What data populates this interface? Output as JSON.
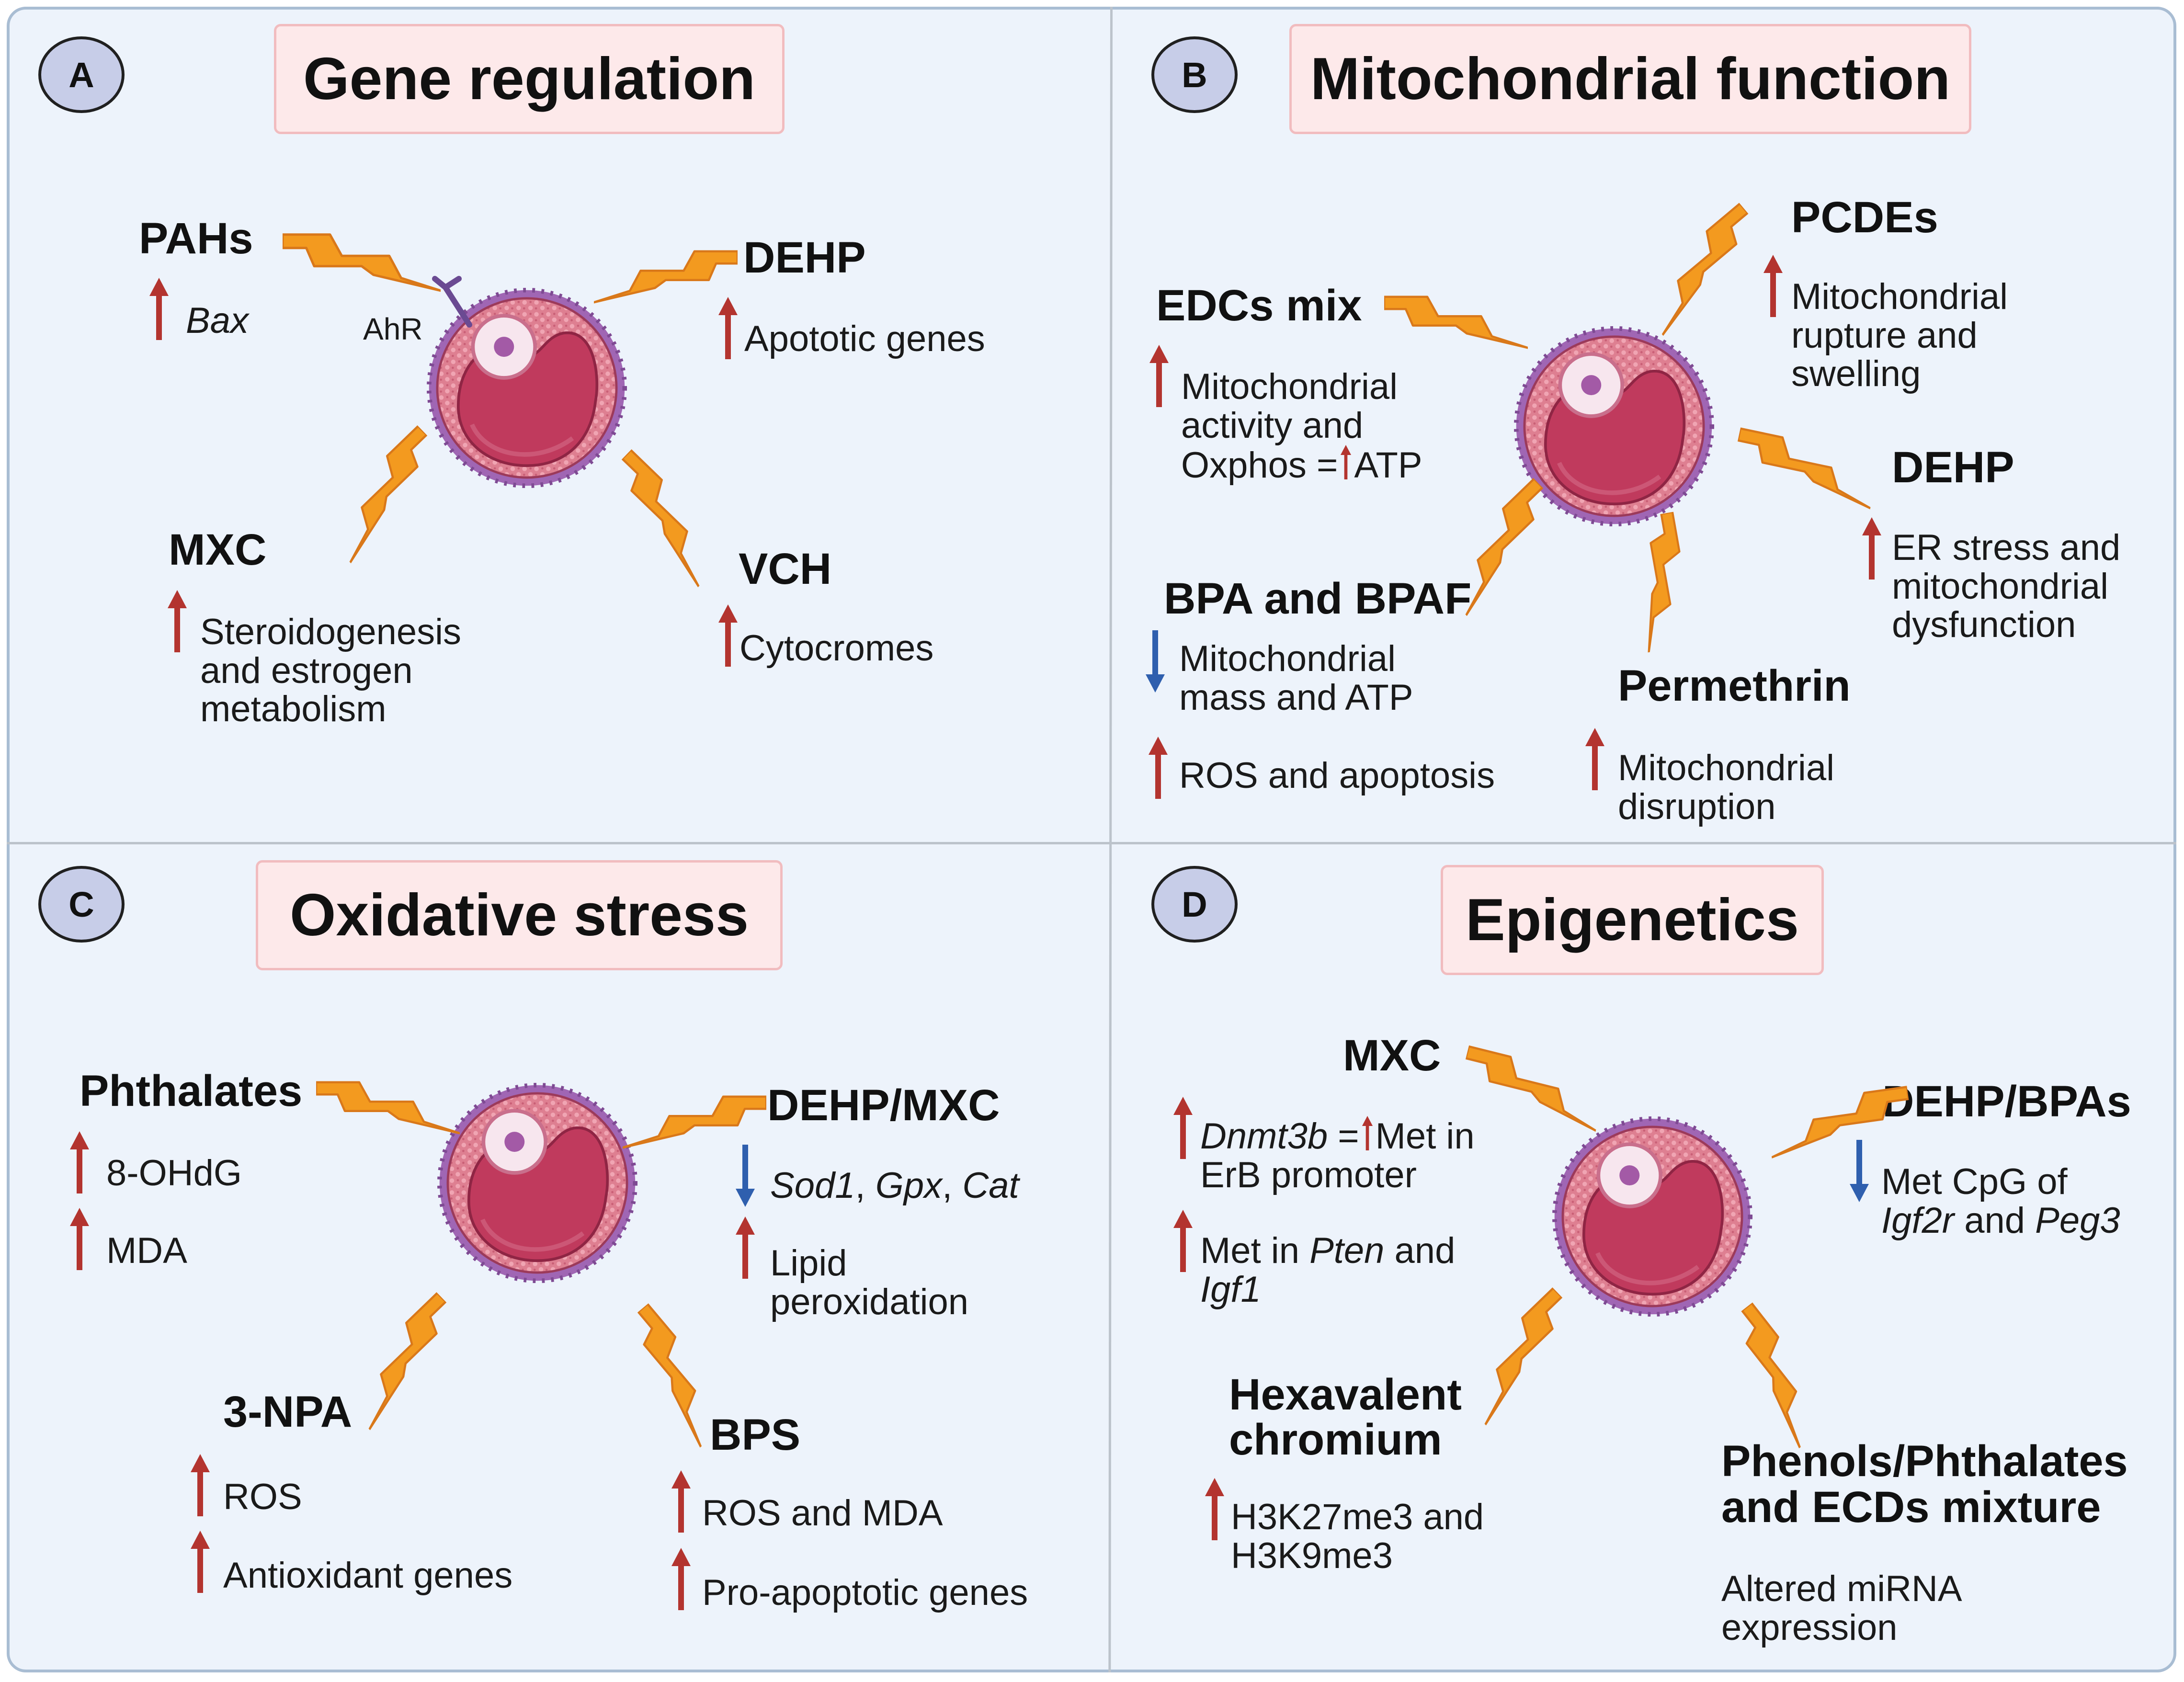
{
  "colors": {
    "up_arrow": "#b3342f",
    "down_arrow": "#2f5fae",
    "bolt": "#f39a1f",
    "bolt_edge": "#d9781a",
    "cell_outer": "#a066b4",
    "cell_zona": "#e48a9b",
    "cell_core": "#c03a5d"
  },
  "panel_a": {
    "letter": "A",
    "title": "Gene regulation",
    "receptor_label": "AhR",
    "pahs": {
      "agent": "PAHs",
      "effect": "Bax",
      "direction": "up"
    },
    "dehp": {
      "agent": "DEHP",
      "effect": "Apototic genes",
      "direction": "up"
    },
    "mxc": {
      "agent": "MXC",
      "lines": [
        "Steroidogenesis",
        "and estrogen",
        "metabolism"
      ],
      "direction": "up"
    },
    "vch": {
      "agent": "VCH",
      "effect": "Cytocromes",
      "direction": "up"
    }
  },
  "panel_b": {
    "letter": "B",
    "title": "Mitochondrial function",
    "edcs": {
      "agent": "EDCs mix",
      "line1": "Mitochondrial",
      "line2": "activity and",
      "line3_pre": "Oxphos =",
      "line3_post": "ATP",
      "direction": "up"
    },
    "pcdes": {
      "agent": "PCDEs",
      "lines": [
        "Mitochondrial",
        "rupture and",
        "swelling"
      ],
      "direction": "up"
    },
    "dehp": {
      "agent": "DEHP",
      "lines": [
        "ER stress and",
        "mitochondrial",
        "dysfunction"
      ],
      "direction": "up"
    },
    "bpa": {
      "agent": "BPA and BPAF",
      "down_lines": [
        "Mitochondrial",
        "mass and ATP"
      ],
      "up_effect": "ROS and apoptosis"
    },
    "permethrin": {
      "agent": "Permethrin",
      "lines": [
        "Mitochondrial",
        "disruption"
      ],
      "direction": "up"
    }
  },
  "panel_c": {
    "letter": "C",
    "title": "Oxidative stress",
    "phthalates": {
      "agent": "Phthalates",
      "effect1": "8-OHdG",
      "effect2": "MDA"
    },
    "dehp_mxc": {
      "agent": "DEHP/MXC",
      "down_gene1": "Sod1",
      "sep1": ", ",
      "down_gene2": "Gpx",
      "sep2": ", ",
      "down_gene3": "Cat",
      "up_lines": [
        "Lipid",
        "peroxidation"
      ]
    },
    "npa": {
      "agent": "3-NPA",
      "effect1": "ROS",
      "effect2": "Antioxidant genes"
    },
    "bps": {
      "agent": "BPS",
      "effect1": "ROS and MDA",
      "effect2": "Pro-apoptotic genes"
    }
  },
  "panel_d": {
    "letter": "D",
    "title": "Epigenetics",
    "mxc": {
      "agent": "MXC",
      "gene1": "Dnmt3b",
      "eq": " =",
      "met1": "Met in",
      "line2": "ErB promoter",
      "met2_pre": "Met in ",
      "gene2": "Pten",
      "met2_mid": " and",
      "gene3": "Igf1"
    },
    "dehp_bpas": {
      "agent": "DEHP/BPAs",
      "line1": "Met CpG of",
      "gene1": "Igf2r",
      "mid": " and ",
      "gene2": "Peg3",
      "direction": "down"
    },
    "chromium": {
      "agent_line1": "Hexavalent",
      "agent_line2": "chromium",
      "lines": [
        "H3K27me3 and",
        "H3K9me3"
      ],
      "direction": "up"
    },
    "phenols": {
      "agent_line1": "Phenols/Phthalates",
      "agent_line2": "and ECDs mixture",
      "lines": [
        "Altered miRNA",
        "expression"
      ]
    }
  }
}
